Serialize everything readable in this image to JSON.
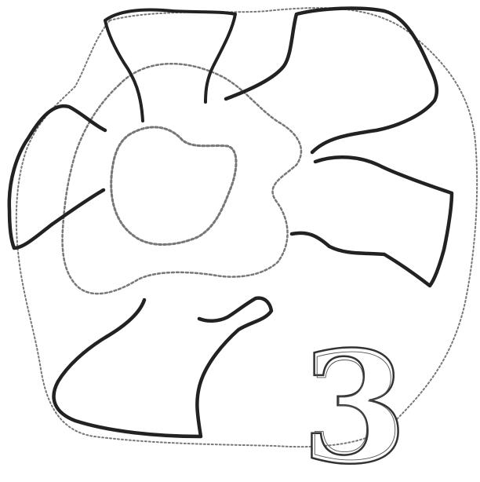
{
  "figure": {
    "number_label": "3",
    "parts": [
      "outer-dotted-boundary",
      "middle-dotted-ring",
      "inner-dotted-center",
      "petal-top",
      "petal-upper-right",
      "petal-right",
      "petal-bottom",
      "petal-left"
    ]
  },
  "colors": {
    "outline": "#222222",
    "dotted": "#777777",
    "background": "#ffffff"
  }
}
